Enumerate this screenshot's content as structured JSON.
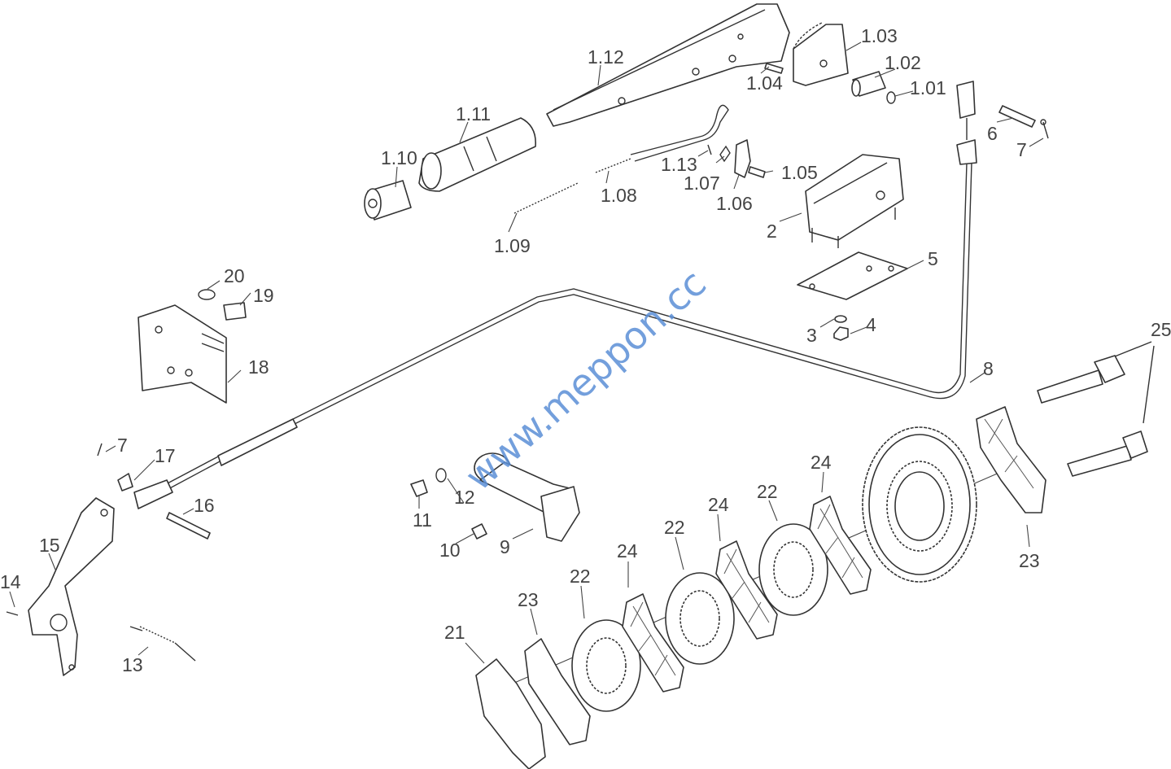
{
  "diagram": {
    "watermark": "www.meppon.cc",
    "labels": [
      "1.12",
      "1.03",
      "1.02",
      "1.01",
      "1.04",
      "1.11",
      "1.10",
      "6",
      "7",
      "1.13",
      "1.05",
      "1.07",
      "1.06",
      "1.08",
      "1.09",
      "2",
      "5",
      "20",
      "19",
      "3",
      "4",
      "18",
      "8",
      "25",
      "7",
      "17",
      "16",
      "24",
      "22",
      "24",
      "22",
      "24",
      "22",
      "23",
      "12",
      "11",
      "10",
      "9",
      "15",
      "14",
      "13",
      "21",
      "23"
    ]
  }
}
